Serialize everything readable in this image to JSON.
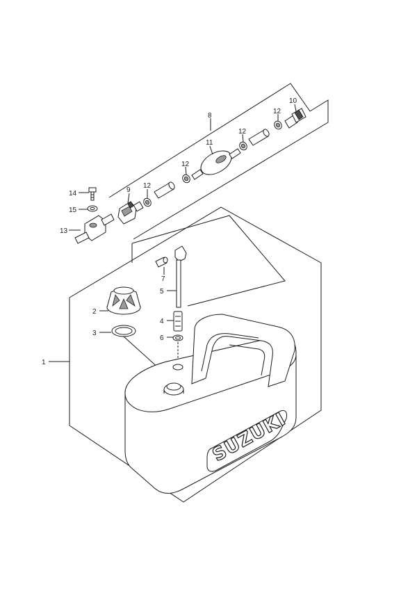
{
  "header_code": "",
  "callouts": {
    "c1": "1",
    "c2": "2",
    "c3": "3",
    "c4": "4",
    "c5": "5",
    "c6": "6",
    "c7": "7",
    "c8": "8",
    "c9": "9",
    "c10": "10",
    "c11": "11",
    "c12a": "12",
    "c12b": "12",
    "c12c": "12",
    "c12d": "12",
    "c13": "13",
    "c14": "14",
    "c15": "15"
  },
  "tank_logo": "SUZUKI",
  "footer_lines": [
    "",
    ""
  ]
}
